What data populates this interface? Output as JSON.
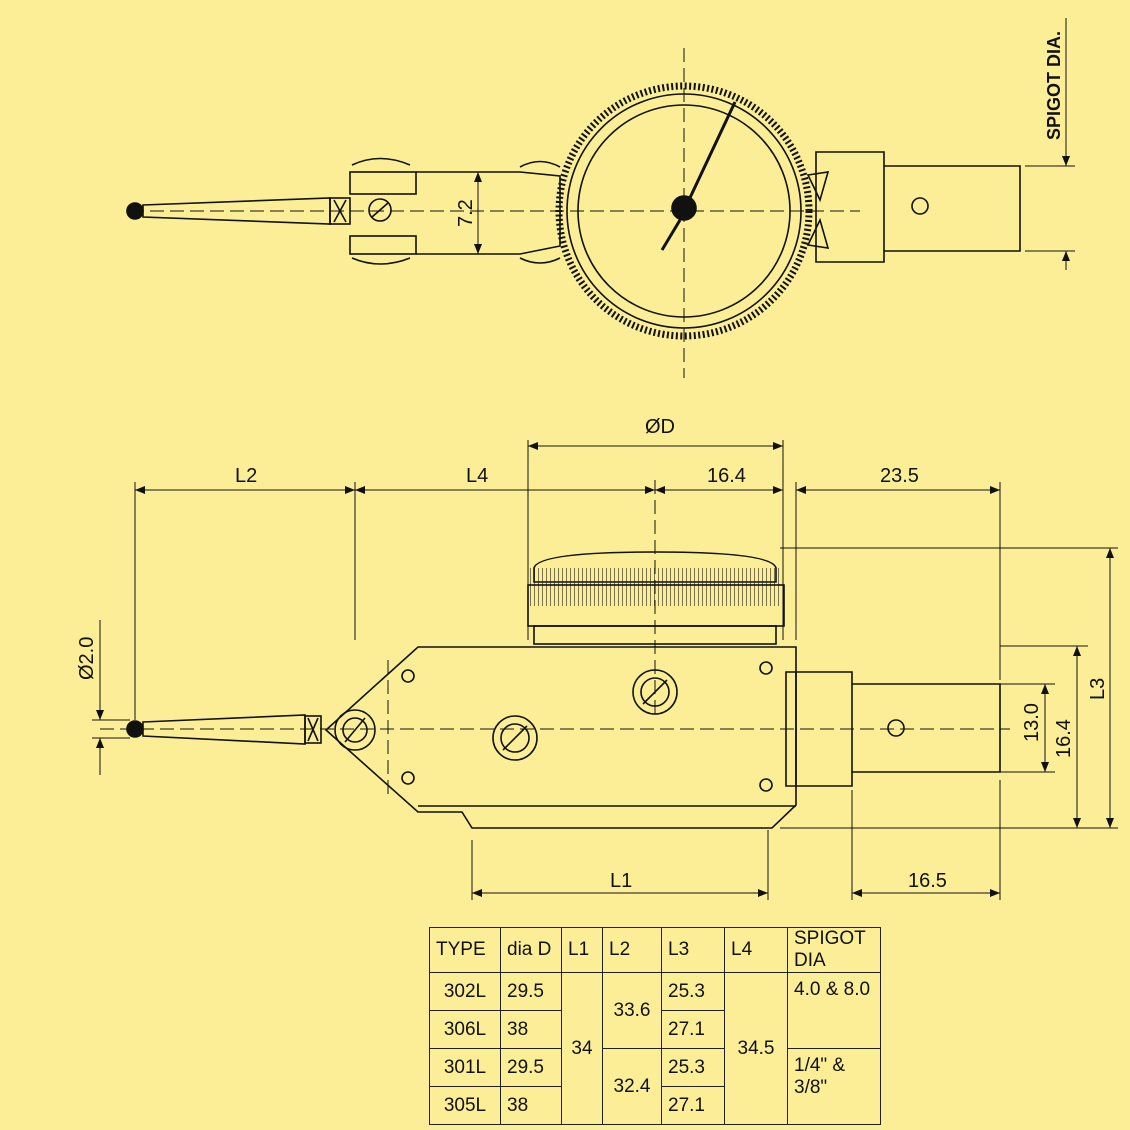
{
  "labels": {
    "spigot_dia": "SPIGOT DIA.",
    "dim_72": "7.2",
    "dia_d": "ØD",
    "l2": "L2",
    "l4": "L4",
    "d164_top": "16.4",
    "d235": "23.5",
    "d20": "Ø2.0",
    "d130": "13.0",
    "d164_side": "16.4",
    "l3": "L3",
    "l1": "L1",
    "d165": "16.5"
  },
  "table": {
    "headers": [
      "TYPE",
      "dia D",
      "L1",
      "L2",
      "L3",
      "L4",
      "SPIGOT DIA"
    ],
    "types": [
      "302L",
      "306L",
      "301L",
      "305L"
    ],
    "dia": [
      "29.5",
      "38",
      "29.5",
      "38"
    ],
    "l1": "34",
    "l2": [
      "33.6",
      "32.4"
    ],
    "l3": [
      "25.3",
      "27.1",
      "25.3",
      "27.1"
    ],
    "l4": "34.5",
    "spigot": [
      "4.0 & 8.0",
      "1/4\" & 3/8\""
    ]
  }
}
